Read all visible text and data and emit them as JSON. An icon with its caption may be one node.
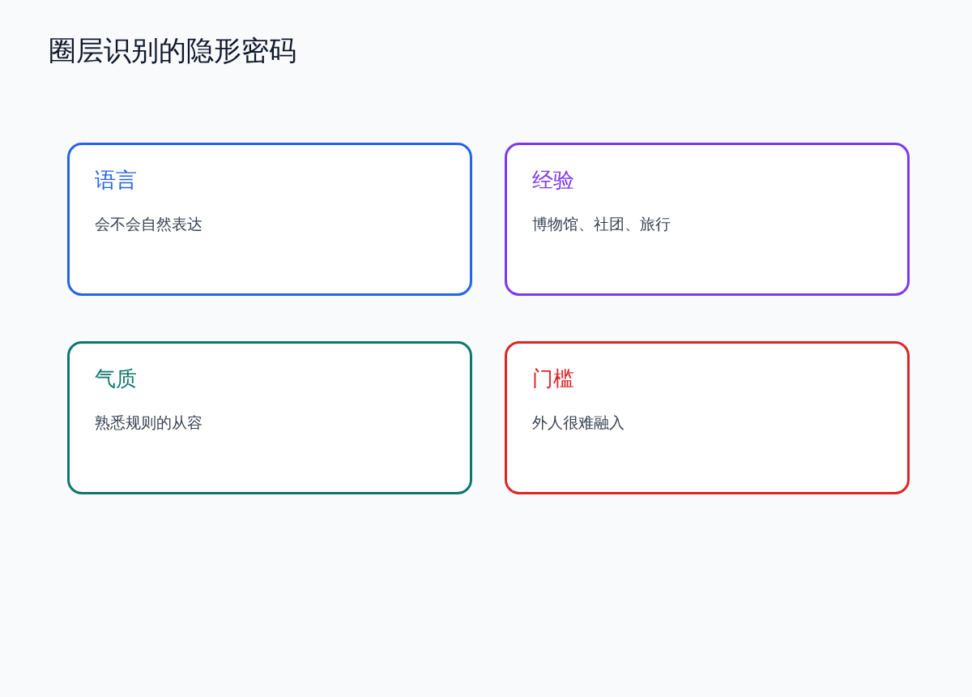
{
  "diagram": {
    "title": "圈层识别的隐形密码",
    "nodes": [
      {
        "text": [
          "语言",
          "会不会自然表达"
        ]
      },
      {
        "text": [
          "经验",
          "博物馆、社团、旅行"
        ]
      },
      {
        "text": [
          "气质",
          "熟悉规则的从容"
        ]
      },
      {
        "text": [
          "门槛",
          "外人很难融入"
        ]
      }
    ]
  }
}
